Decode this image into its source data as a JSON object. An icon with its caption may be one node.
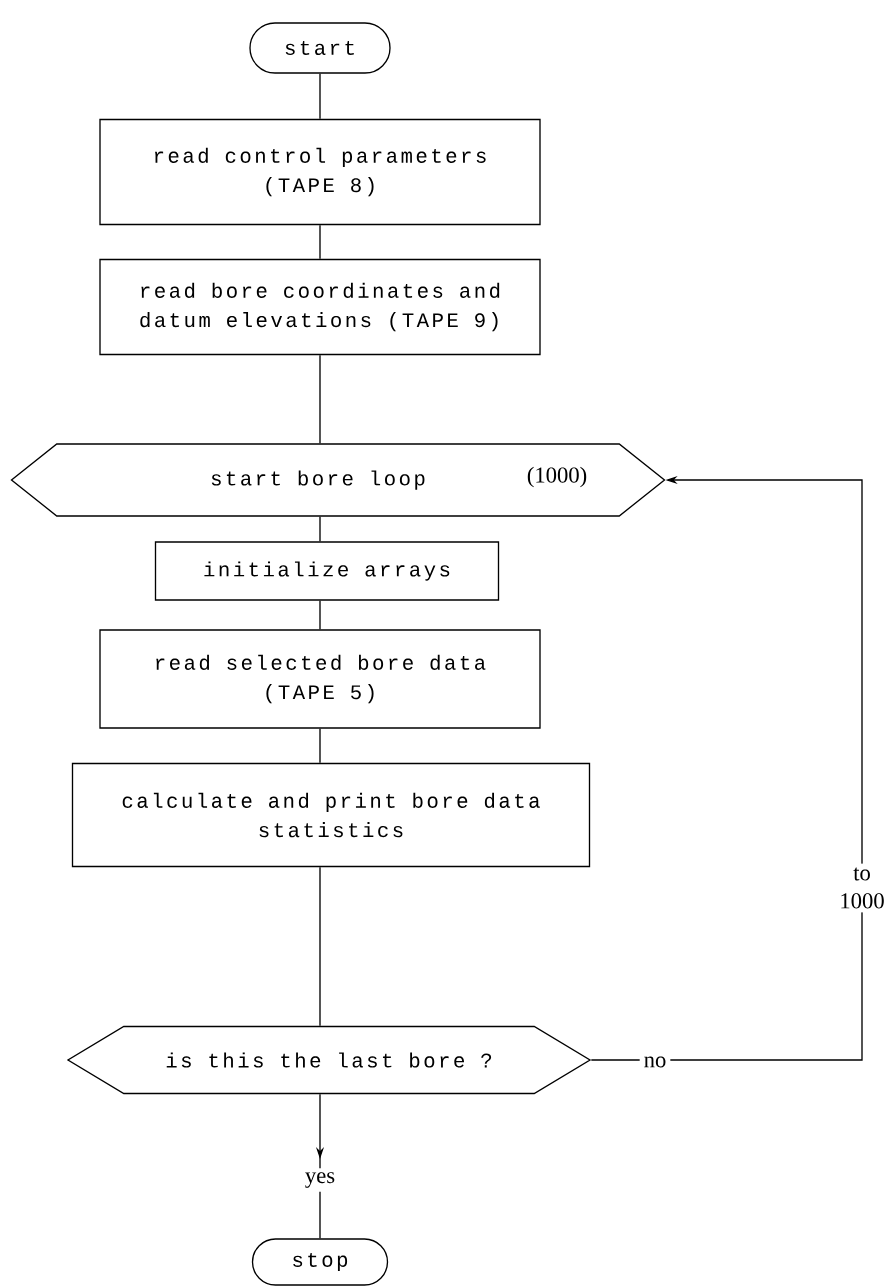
{
  "diagram": {
    "nodes": [
      {
        "text": [
          "start"
        ]
      },
      {
        "text": [
          "read control parameters (TAPE 8)"
        ]
      },
      {
        "text": [
          "read bore coordinates and datum elevations (TAPE 9)"
        ]
      },
      {
        "text": [
          "start bore loop",
          "(1000)"
        ]
      },
      {
        "text": [
          "initialize arrays"
        ]
      },
      {
        "text": [
          "read selected bore data (TAPE 5)"
        ]
      },
      {
        "text": [
          "calculate and print bore data statistics"
        ]
      },
      {
        "text": [
          "is this the last bore ?"
        ]
      },
      {
        "text": [
          "stop"
        ]
      }
    ],
    "edges": [
      {
        "from": 0,
        "to": 1,
        "arrow": "none"
      },
      {
        "from": 1,
        "to": 2,
        "arrow": "none"
      },
      {
        "from": 2,
        "to": 3,
        "arrow": "none"
      },
      {
        "from": 3,
        "to": 4,
        "arrow": "none"
      },
      {
        "from": 4,
        "to": 5,
        "arrow": "none"
      },
      {
        "from": 5,
        "to": 6,
        "arrow": "none"
      },
      {
        "from": 6,
        "to": 7,
        "arrow": "none"
      },
      {
        "from": 7,
        "to": 8,
        "arrow": "to",
        "label": "yes"
      },
      {
        "from": 7,
        "to": 3,
        "arrow": "to",
        "label": "no"
      }
    ],
    "labels": [
      "to 1000"
    ]
  }
}
